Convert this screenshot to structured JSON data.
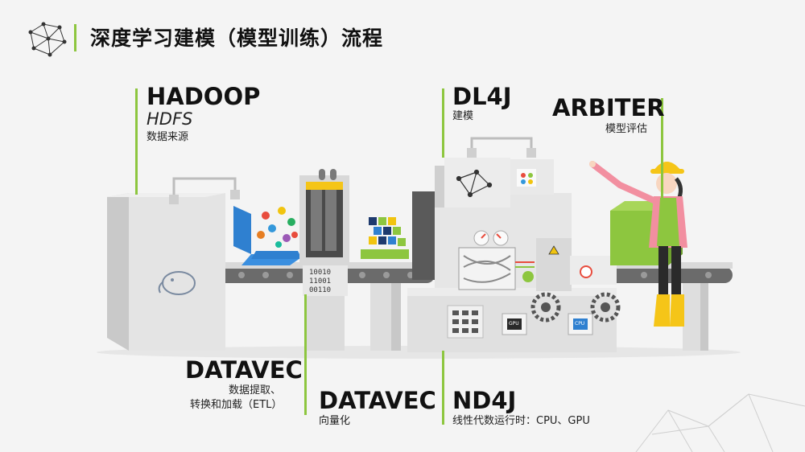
{
  "title": "深度学习建模（模型训练）流程",
  "hadoop": {
    "name": "HADOOP",
    "sub_en": "HDFS",
    "desc": "数据来源"
  },
  "dl4j": {
    "name": "DL4J",
    "desc": "建模"
  },
  "arbiter": {
    "name": "ARBITER",
    "desc": "模型评估"
  },
  "datavec1": {
    "name": "DATAVEC",
    "desc1": "数据提取、",
    "desc2": "转换和加载（ETL）"
  },
  "datavec2": {
    "name": "DATAVEC",
    "desc": "向量化"
  },
  "nd4j": {
    "name": "ND4J",
    "desc": "线性代数运行时：CPU、GPU"
  },
  "binary": {
    "line1": "10010",
    "line2": "11001",
    "line3": "00110"
  },
  "chips": {
    "left": "GPU",
    "right": "CPU"
  },
  "colors": {
    "accent": "#8dc63f",
    "machine": "#e0e0e0",
    "belt": "#6b6b6b",
    "text": "#111111"
  }
}
